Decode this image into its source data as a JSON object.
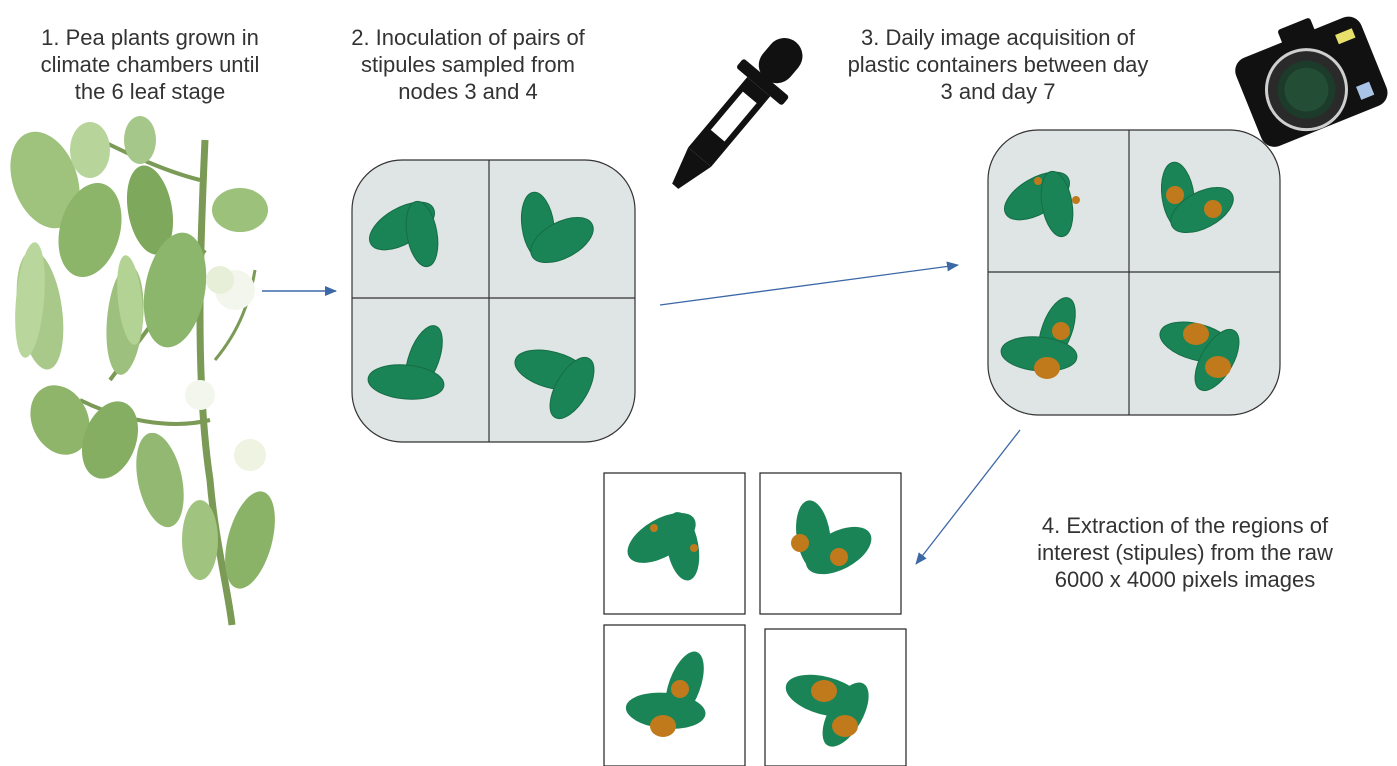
{
  "steps": [
    {
      "lines": [
        "1. Pea plants grown in",
        "climate chambers until",
        "the 6 leaf stage"
      ]
    },
    {
      "lines": [
        "2. Inoculation of pairs of",
        "stipules sampled from",
        "nodes 3 and 4"
      ]
    },
    {
      "lines": [
        "3. Daily image acquisition of",
        "plastic containers between day",
        "3 and day 7"
      ]
    },
    {
      "lines": [
        "4. Extraction of the regions of",
        "interest (stipules) from the raw",
        "6000 x 4000 pixels images"
      ]
    }
  ],
  "colors": {
    "text": "#333333",
    "stipule_green": "#1a8456",
    "lesion_orange": "#c07a1c",
    "container_fill": "#dfe5e4",
    "arrow_blue": "#3d68a8",
    "plant_green": "#8fb56a"
  },
  "icons": {
    "plant": "pea-plant-illustration",
    "dropper": "pipette-icon",
    "camera": "camera-icon"
  }
}
